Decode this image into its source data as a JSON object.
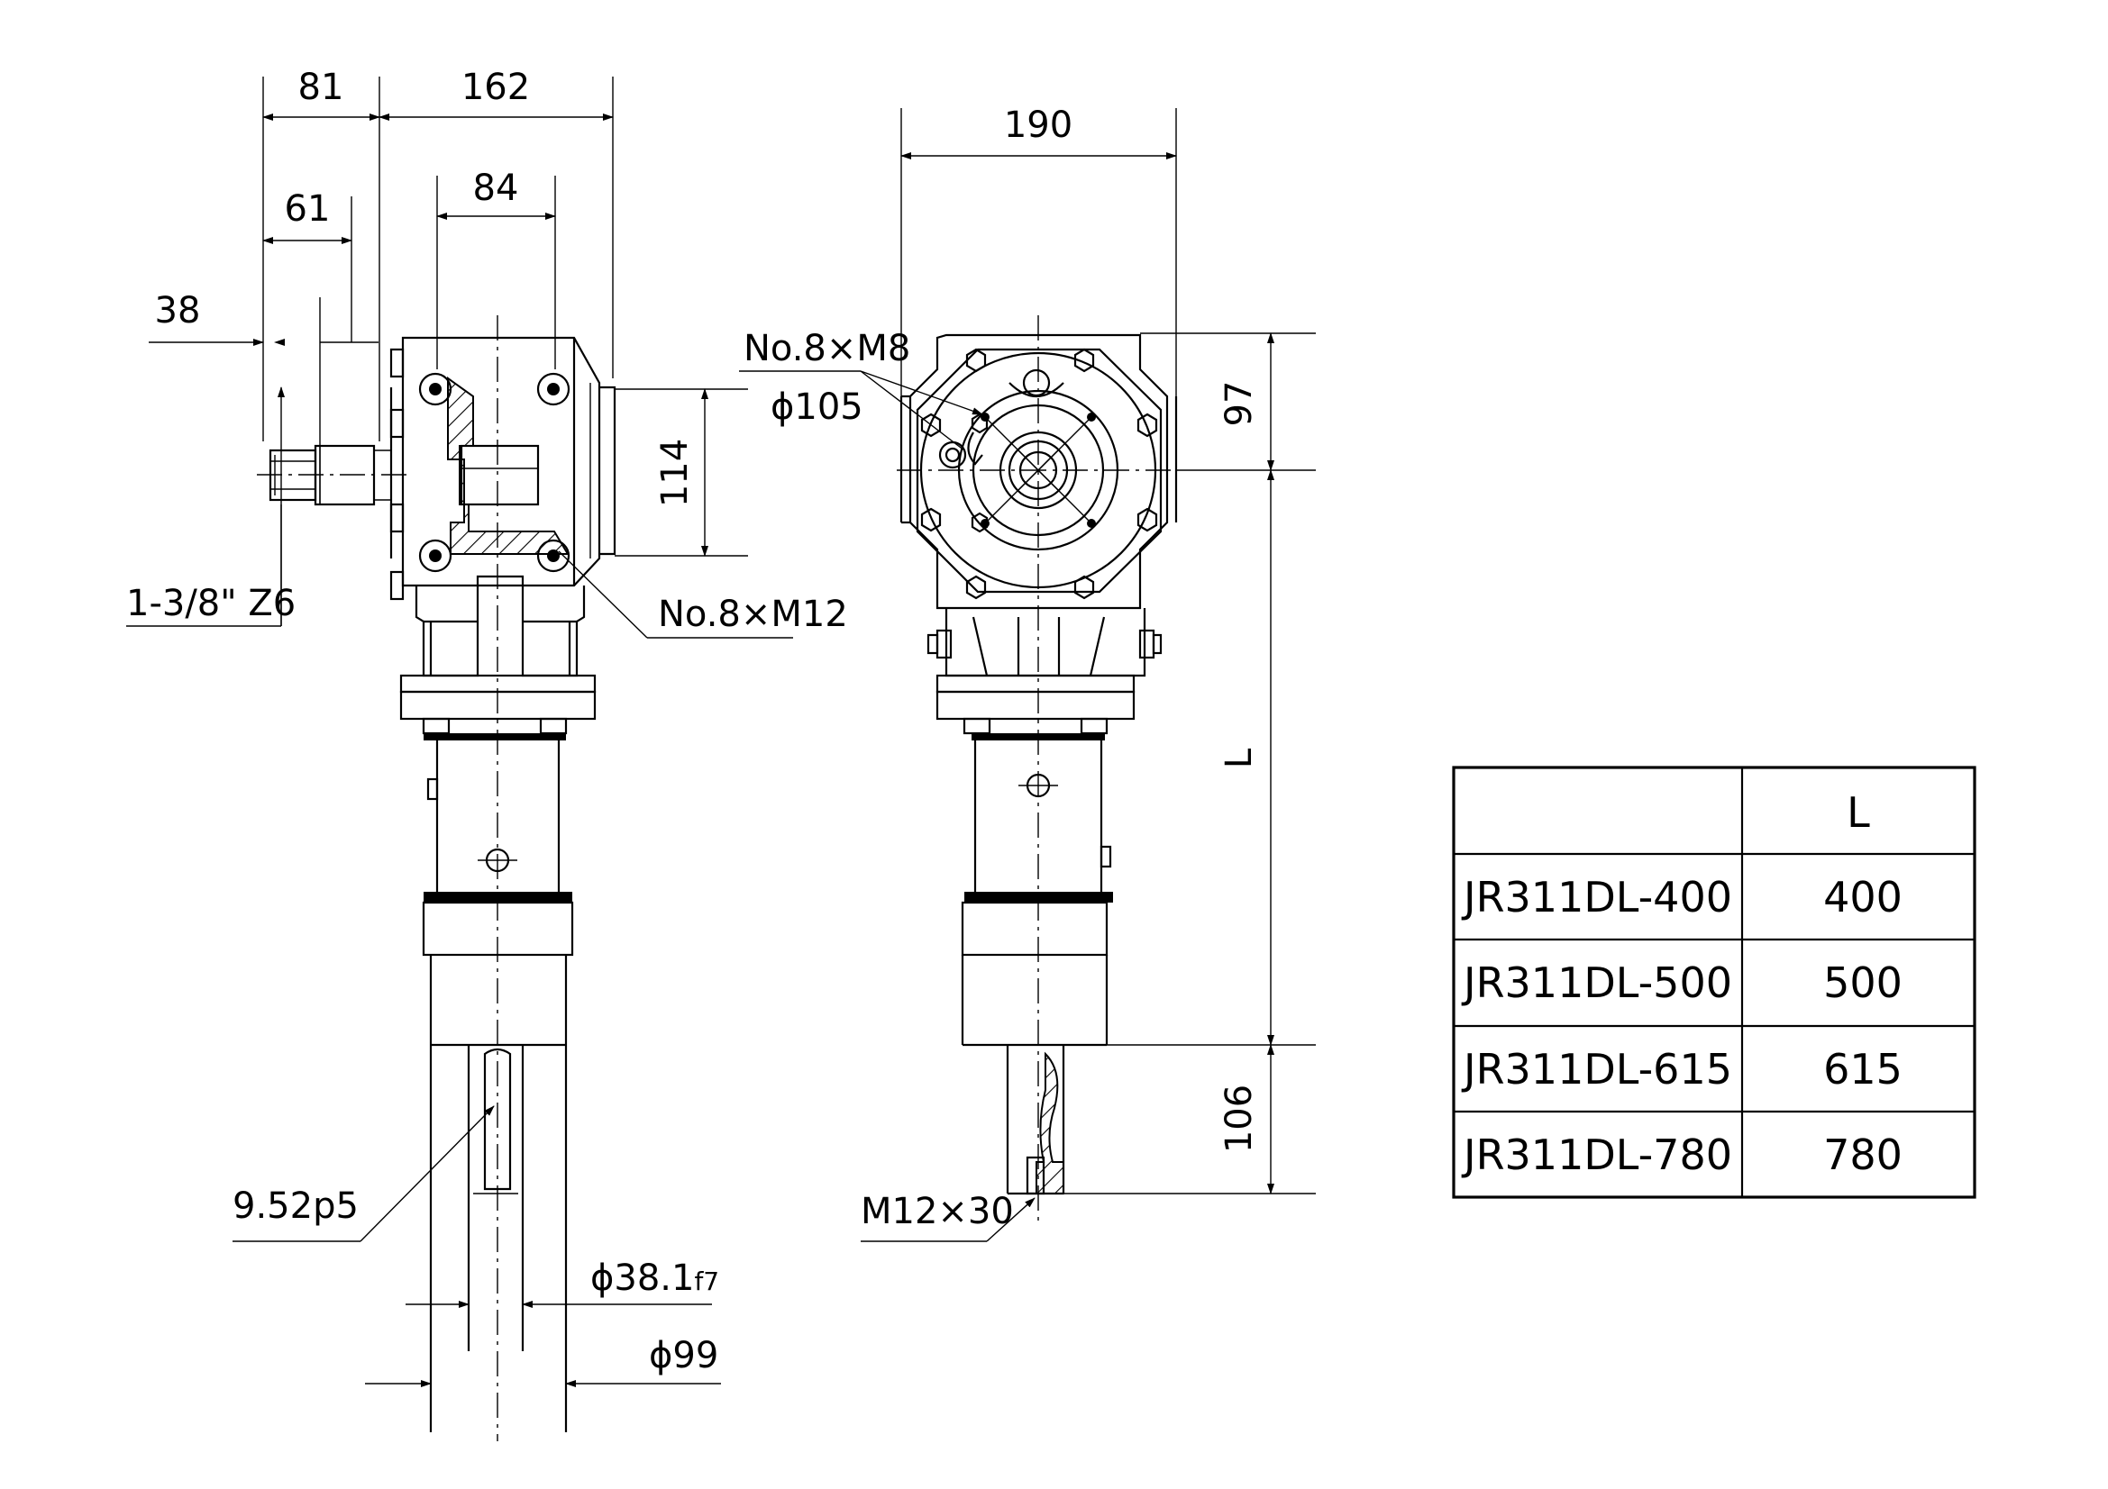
{
  "front_view": {
    "dims": {
      "d81": "81",
      "d162": "162",
      "d84": "84",
      "d61": "61",
      "d38": "38",
      "d114": "114",
      "spline": "1-3/8\" Z6",
      "bolts_m12": "No.8×M12",
      "key": "9.52p5",
      "shaft_dia": "ϕ38.1",
      "shaft_tol": "f7",
      "tube_dia": "ϕ99"
    }
  },
  "side_view": {
    "dims": {
      "d190": "190",
      "bolts_m8": "No.8×M8",
      "pcd": "ϕ105",
      "d97": "97",
      "length": "L",
      "d106": "106",
      "end_thread": "M12×30"
    }
  },
  "table": {
    "header": [
      "",
      "L"
    ],
    "rows": [
      [
        "JR311DL-400",
        "400"
      ],
      [
        "JR311DL-500",
        "500"
      ],
      [
        "JR311DL-615",
        "615"
      ],
      [
        "JR311DL-780",
        "780"
      ]
    ]
  }
}
